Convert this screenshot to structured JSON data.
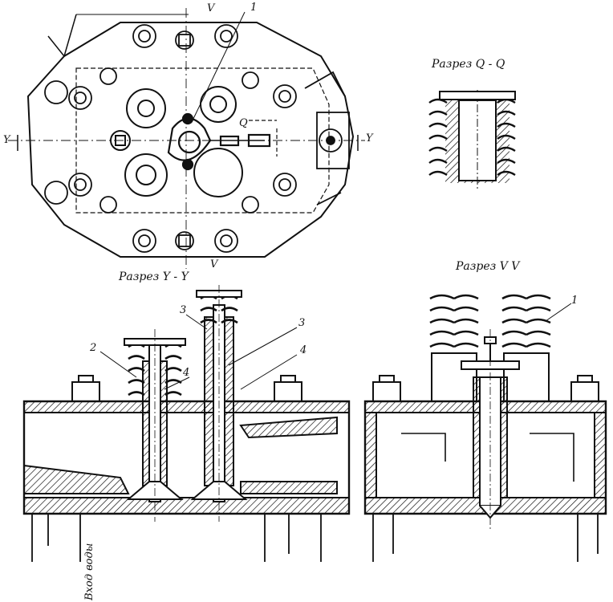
{
  "labels": {
    "section_qq": "Разрез Q - Q",
    "section_yy": "Разрез Y - Y",
    "section_vv": "Разрез V V",
    "inlet": "Вход воды"
  },
  "marks": {
    "v_top": "V",
    "v_bottom": "V",
    "y_left": "Y",
    "y_right": "Y",
    "q": "Q"
  },
  "callouts": {
    "c1_top": "1",
    "c1_right": "1",
    "c2": "2",
    "c3a": "3",
    "c3b": "3",
    "c4a": "4",
    "c4b": "4"
  },
  "colors": {
    "ink": "#111111",
    "paper": "#ffffff"
  }
}
